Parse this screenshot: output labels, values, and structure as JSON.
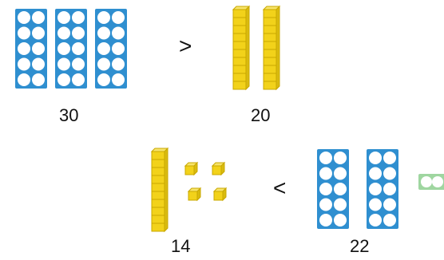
{
  "row1": {
    "left_count_label": "30",
    "comparison_symbol": ">",
    "right_count_label": "20",
    "left_model": {
      "type": "ten-frames",
      "frames": 3,
      "dots_per_frame": 10
    },
    "right_model": {
      "type": "base-ten-rods",
      "rods": 2,
      "units": 0
    }
  },
  "row2": {
    "left_count_label": "14",
    "comparison_symbol": "<",
    "right_count_label": "22",
    "left_model": {
      "type": "base-ten-rods",
      "rods": 1,
      "units": 4
    },
    "right_model": {
      "type": "ten-frames",
      "frames": 2,
      "dots_per_frame": 10,
      "partial_frame_dots": 2
    }
  },
  "colors": {
    "frame_blue": "#2f8fd0",
    "dot_white": "#ffffff",
    "cube_yellow": "#f2d21a",
    "cube_dark": "#c9a800",
    "partial_frame_green": "#9fd6a0"
  }
}
